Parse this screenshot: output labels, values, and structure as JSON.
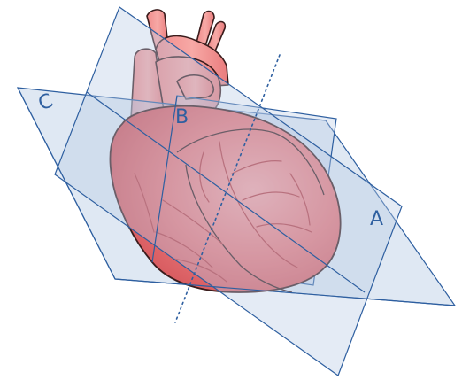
{
  "diagram": {
    "plane_labels": {
      "a": "A",
      "b": "B",
      "c": "C"
    },
    "colors": {
      "plane_fill": "#b9cbe4",
      "plane_edge": "#2e5fa0",
      "heart_fill": "#e6696c",
      "heart_light": "#f39b9b",
      "heart_outline": "#3a1c1c",
      "vessel": "#b83a3f"
    }
  }
}
